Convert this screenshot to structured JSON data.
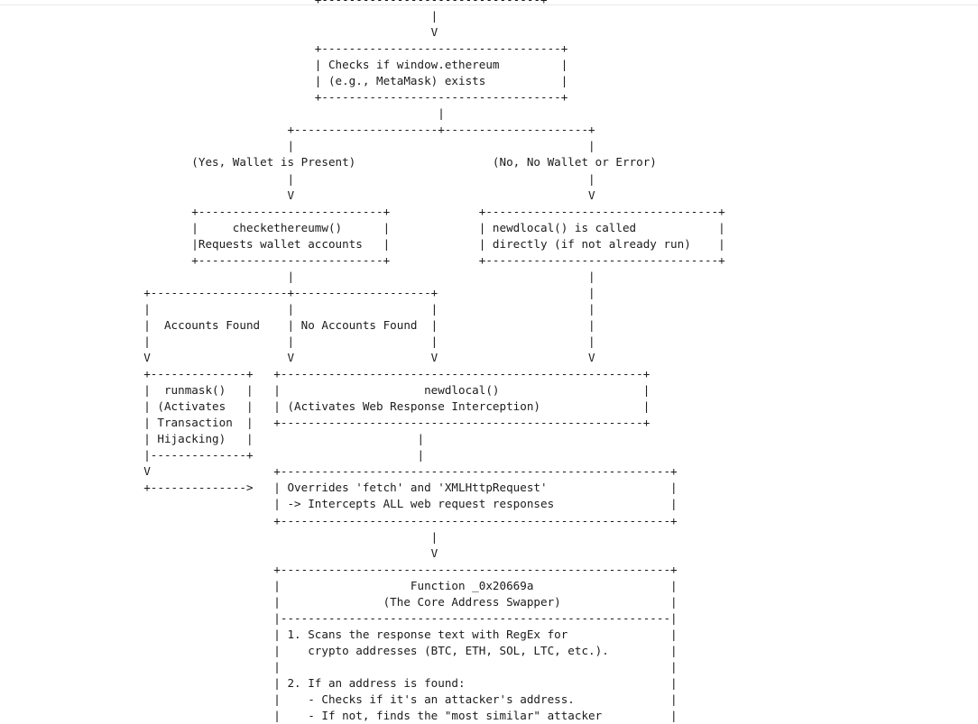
{
  "diagram": {
    "kind": "ascii-flowchart",
    "title": "Malicious Script Execution Flow",
    "background_color": "#ffffff",
    "text_color": "#1b1b1b",
    "rule_color": "#e8e8e8",
    "nodes": [
      {
        "id": "top-box-cutoff",
        "lines": []
      },
      {
        "id": "check-ethereum",
        "lines": [
          "Checks if window.ethereum",
          "(e.g., MetaMask) exists"
        ]
      },
      {
        "id": "branch-yes-label",
        "lines": [
          "(Yes, Wallet is Present)"
        ]
      },
      {
        "id": "branch-no-label",
        "lines": [
          "(No, No Wallet or Error)"
        ]
      },
      {
        "id": "checkethereumw",
        "lines": [
          "checkethereumw()",
          "Requests wallet accounts"
        ]
      },
      {
        "id": "newdlocal-direct",
        "lines": [
          "newdlocal() is called",
          "directly (if not already run)"
        ]
      },
      {
        "id": "accounts-found-label",
        "lines": [
          "Accounts Found"
        ]
      },
      {
        "id": "no-accounts-found-label",
        "lines": [
          "No Accounts Found"
        ]
      },
      {
        "id": "runmask",
        "lines": [
          "runmask()",
          "(Activates",
          "Transaction",
          "Hijacking)"
        ]
      },
      {
        "id": "newdlocal",
        "lines": [
          "newdlocal()",
          "(Activates Web Response Interception)"
        ]
      },
      {
        "id": "overrides",
        "lines": [
          "Overrides 'fetch' and 'XMLHttpRequest'",
          "-> Intercepts ALL web request responses"
        ]
      },
      {
        "id": "core-address-swapper",
        "header": [
          "Function _0x20669a",
          "(The Core Address Swapper)"
        ],
        "body": [
          "1. Scans the response text with RegEx for",
          "   crypto addresses (BTC, ETH, SOL, LTC, etc.).",
          "",
          "2. If an address is found:",
          "   - Checks if it's an attacker's address.",
          "   - If not, finds the \"most similar\" attacker"
        ]
      }
    ],
    "art": "                                  +---------------------------------+\n                                                |\n                                                V\n                                  +---------------------------------+\n                                  | Checks if window.ethereum       |\n                                  | (e.g., MetaMask) exists         |\n                                  +---------------------------------+\n                                                |\n                             +------------------+------------------+\n                             |                                     |\n               (Yes, Wallet is Present)              (No, No Wallet or Error)\n                             |                                     |\n                             V                                     V\n                   +-------------------------+      +-------------------------------+\n                   |     checkethereumw()    |      | newdlocal() is called         |\n                   |Requests wallet accounts |      | directly (if not already run) |\n                   +-------------------------+      +-------------------------------+\n                             |                                     |\n       +---------------------+---------------------+               |\n       |                     |                     |               |\n       |   Accounts Found    |  No Accounts Found  |               |\n       |                     |                     |               |\n       V                     V                     V               V\n+--------------+  +----------------------------------------------------+\n|  runmask()   |  |                    newdlocal()                     |\n| (Activates   |  |  (Activates Web Response Interception)             |\n| Transaction  |  +----------------------------------------------------+\n| Hijacking)   |                        |\n+--------------+                        |\n|                                       V\nV                 +-------------------------------------------------+\n+--------------->  | Overrides 'fetch' and 'XMLHttpRequest'          |\n                   | -> Intercepts ALL web request responses         |\n                   +-------------------------------------------------+\n                                        |\n                                        V"
  }
}
